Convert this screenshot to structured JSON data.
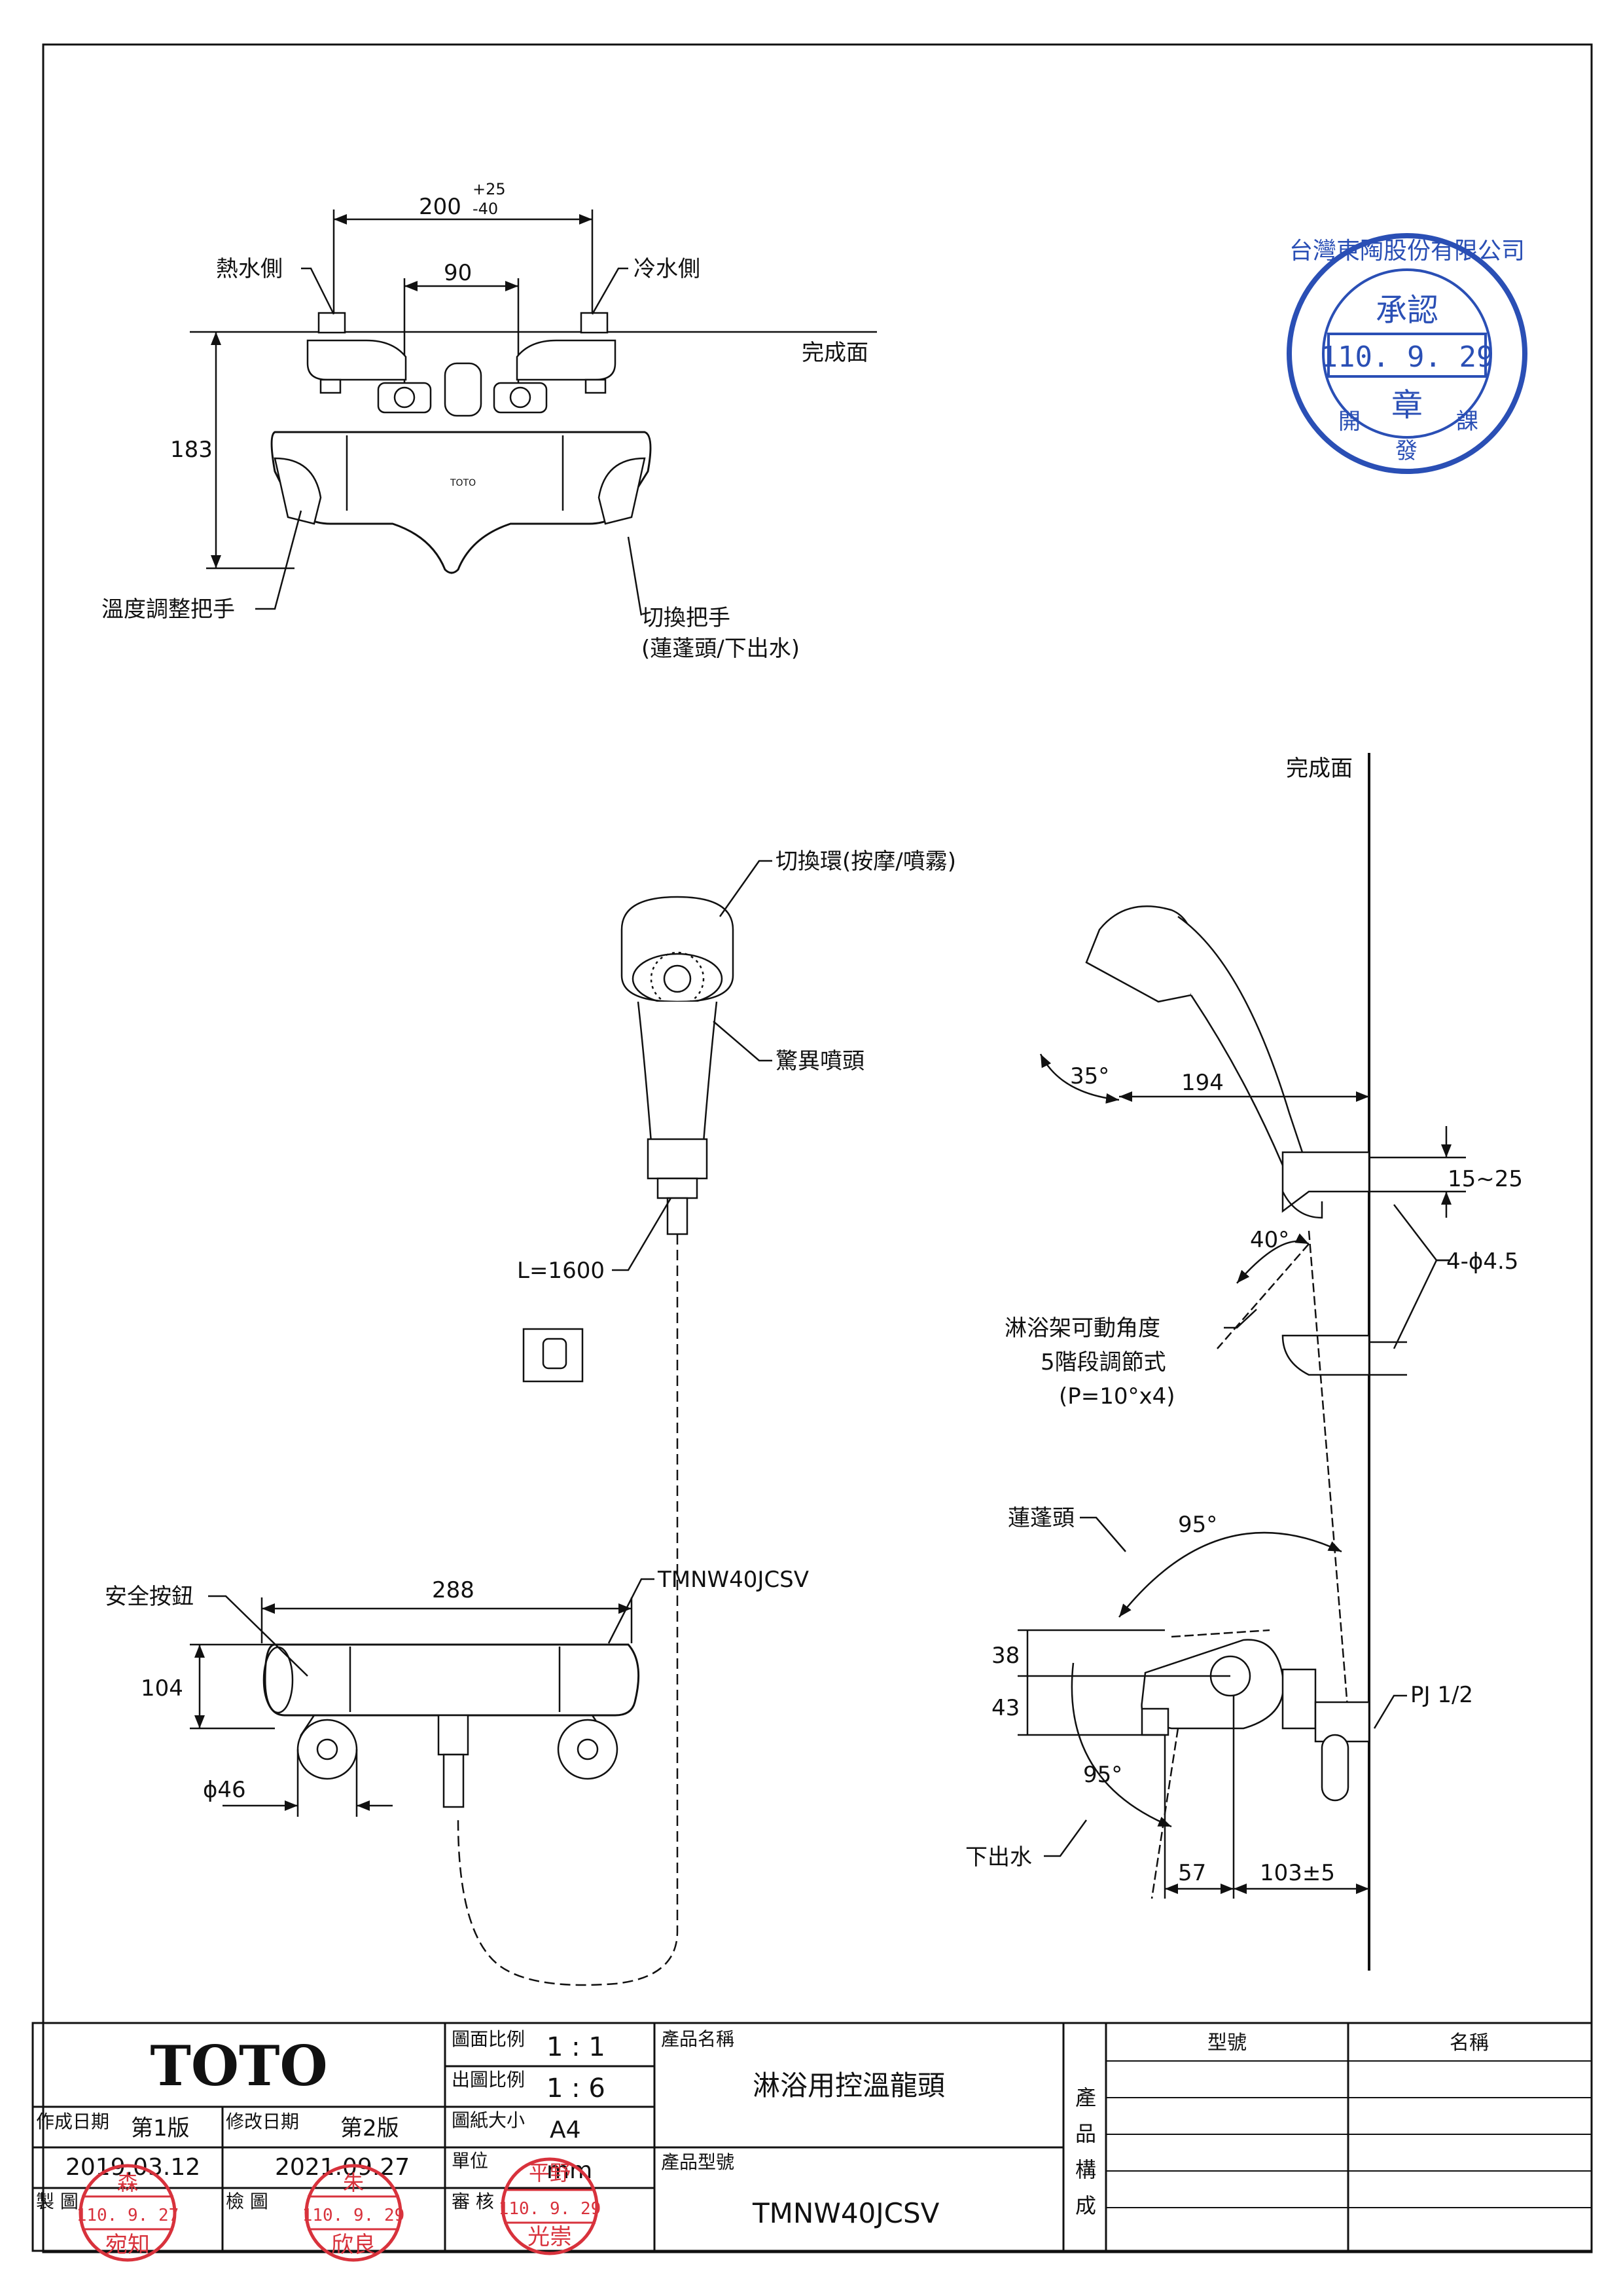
{
  "drawing": {
    "top_view": {
      "dim_centers": "200",
      "dim_tol_plus": "+25",
      "dim_tol_minus": "-40",
      "dim_inner": "90",
      "hot_side": "熱水側",
      "cold_side": "冷水側",
      "finish_surface": "完成面",
      "dim_height": "183",
      "temp_handle": "溫度調整把手",
      "switch_handle": "切換把手",
      "switch_handle_sub": "(蓮蓬頭/下出水)",
      "toto_mark": "TOTO"
    },
    "shower_view": {
      "finish_surface": "完成面",
      "switch_ring": "切換環(按摩/噴霧)",
      "showerhead": "驚異噴頭",
      "hose_length": "L=1600",
      "angle_35": "35°",
      "dim_194": "194",
      "dim_15_25": "15~25",
      "screws": "4-ϕ4.5",
      "angle_40": "40°",
      "holder_angle_1": "淋浴架可動角度",
      "holder_angle_2": "5階段調節式",
      "holder_angle_3": "(P=10°x4)"
    },
    "front_view": {
      "model_callout": "TMNW40JCSV",
      "safety_button": "安全按鈕",
      "dim_width": "288",
      "dim_height": "104",
      "dim_dia": "ϕ46"
    },
    "side_view": {
      "shower_head": "蓮蓬頭",
      "angle_top": "95°",
      "angle_bottom": "95°",
      "dim_38": "38",
      "dim_43": "43",
      "pj": "PJ 1/2",
      "spout": "下出水",
      "dim_57": "57",
      "dim_103": "103±5"
    }
  },
  "stamp_blue": {
    "company": "台灣東陶股份有限公司",
    "approve": "承認",
    "date": "110. 9. 29",
    "seal": "章",
    "dept_1": "開",
    "dept_2": "發",
    "dept_3": "課",
    "color": "#2a4fb5"
  },
  "title_block": {
    "brand": "TOTO",
    "scale_drawing_label": "圖面比例",
    "scale_drawing": "1 : 1",
    "scale_output_label": "出圖比例",
    "scale_output": "1 : 6",
    "paper_label": "圖紙大小",
    "paper": "A4",
    "unit_label": "單位",
    "unit": "mm",
    "product_name_label": "產品名稱",
    "product_name": "淋浴用控溫龍頭",
    "product_model_label": "產品型號",
    "product_model": "TMNW40JCSV",
    "created_label": "作成日期",
    "created_edition": "第1版",
    "created_date": "2019.03.12",
    "revised_label": "修改日期",
    "revised_edition": "第2版",
    "revised_date": "2021.09.27",
    "made_label": "製 圖",
    "check_label": "檢 圖",
    "review_label": "審 核",
    "composition_chars": [
      "產",
      "品",
      "構",
      "成"
    ],
    "model_col": "型號",
    "name_col": "名稱"
  },
  "stamps_red": {
    "color": "#d8323c",
    "made": {
      "top": "森",
      "date": "110. 9. 27",
      "name": "宛知"
    },
    "check": {
      "top": "朱",
      "date": "110. 9. 29",
      "name": "欣良"
    },
    "review": {
      "top": "平野",
      "date": "110. 9. 29",
      "name": "光崇"
    }
  }
}
